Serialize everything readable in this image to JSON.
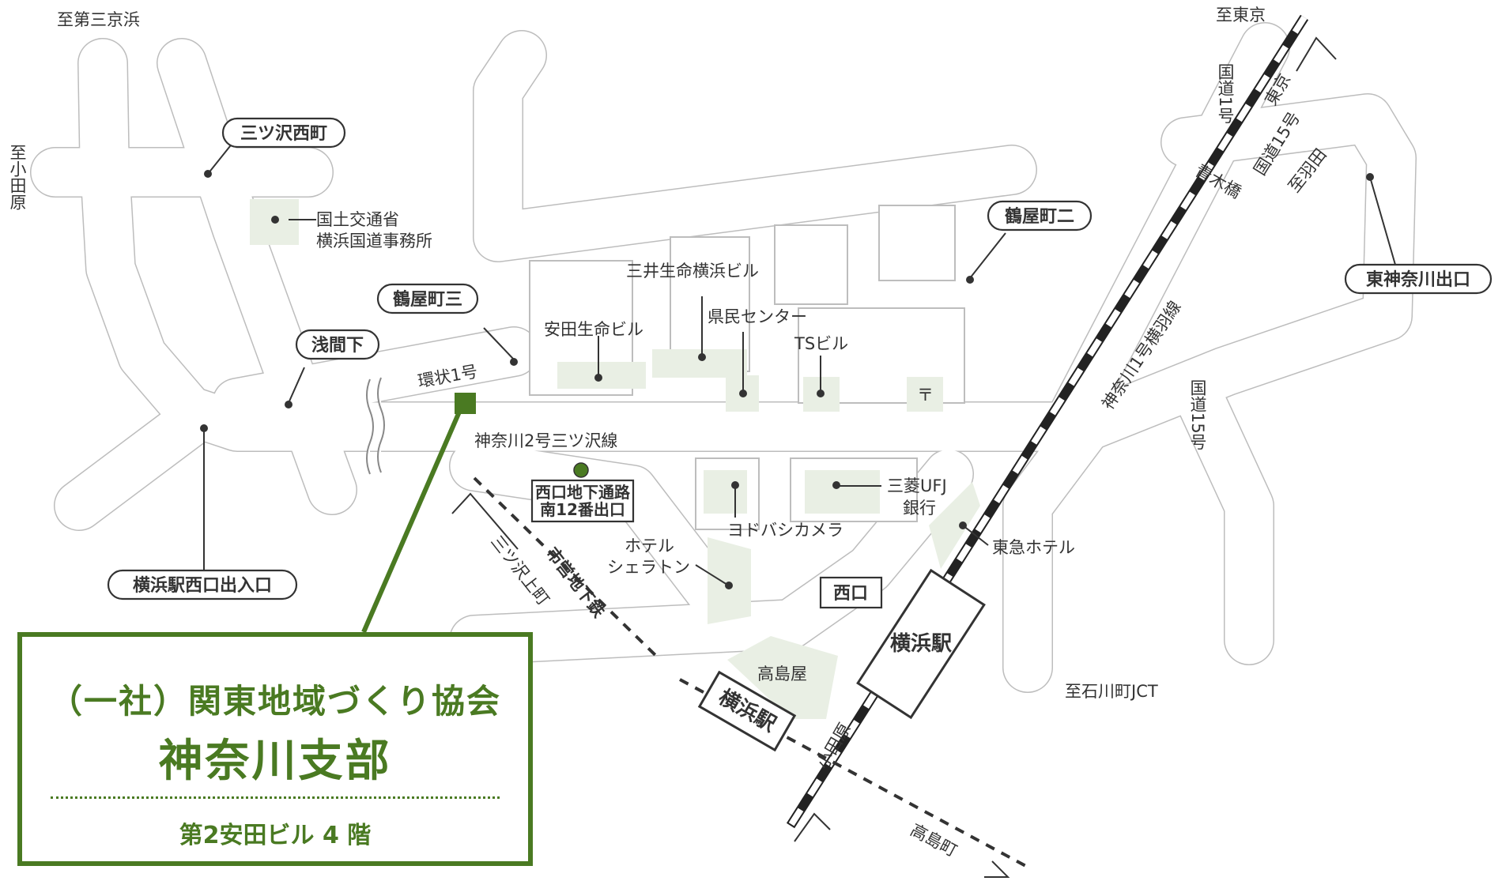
{
  "labels": {
    "dir_daisankyohama": "至第三京浜",
    "dir_odawara": "至小田原",
    "dir_tokyo": "至東京",
    "dir_ishikawacho": "至石川町JCT",
    "dir_haneda": "至羽田",
    "kokudo1": "国道1号",
    "kokudo15_top": "国道15号",
    "kokudo15_right": "国道15号",
    "aokibashi": "青木橋",
    "kanagawa1": "神奈川1号横羽線",
    "kanjo1": "環状1号",
    "kanagawa2": "神奈川2号三ツ沢線",
    "mitsuzawa_kamicho": "三ツ沢上町",
    "subway": "市営地下鉄",
    "odawara_line": "小田原",
    "tokyo_line": "東京",
    "takashimacho": "高島町",
    "mlit_1": "国土交通省",
    "mlit_2": "横浜国道事務所",
    "mitsui": "三井生命横浜ビル",
    "yasuda_seimei": "安田生命ビル",
    "kenmin": "県民センター",
    "ts_building": "TSビル",
    "post_office": "〒",
    "mufg_1": "三菱UFJ",
    "mufg_2": "銀行",
    "yodobashi": "ヨドバシカメラ",
    "sheraton_1": "ホテル",
    "sheraton_2": "シェラトン",
    "tokyu_hotel": "東急ホテル",
    "takashimaya": "高島屋"
  },
  "bubbles": {
    "mitsuzawa_nishimachi": "三ツ沢西町",
    "tsuruyacho3": "鶴屋町三",
    "asamashita": "浅間下",
    "tsuruyacho2": "鶴屋町二",
    "higashikanagawa_exit": "東神奈川出口",
    "yokohama_west_entrance": "横浜駅西口出入口"
  },
  "signs": {
    "underpass_1": "西口地下通路",
    "underpass_2": "南12番出口",
    "west_exit": "西口"
  },
  "stations": {
    "jr": "横浜駅",
    "subway": "横浜駅"
  },
  "org": {
    "name": "（一社）関東地域づくり協会",
    "branch": "神奈川支部",
    "floor": "第2安田ビル 4 階"
  },
  "colors": {
    "accent": "#4a7a22",
    "road_outline": "#bdbdbd",
    "building_fill": "#e9efe4"
  }
}
